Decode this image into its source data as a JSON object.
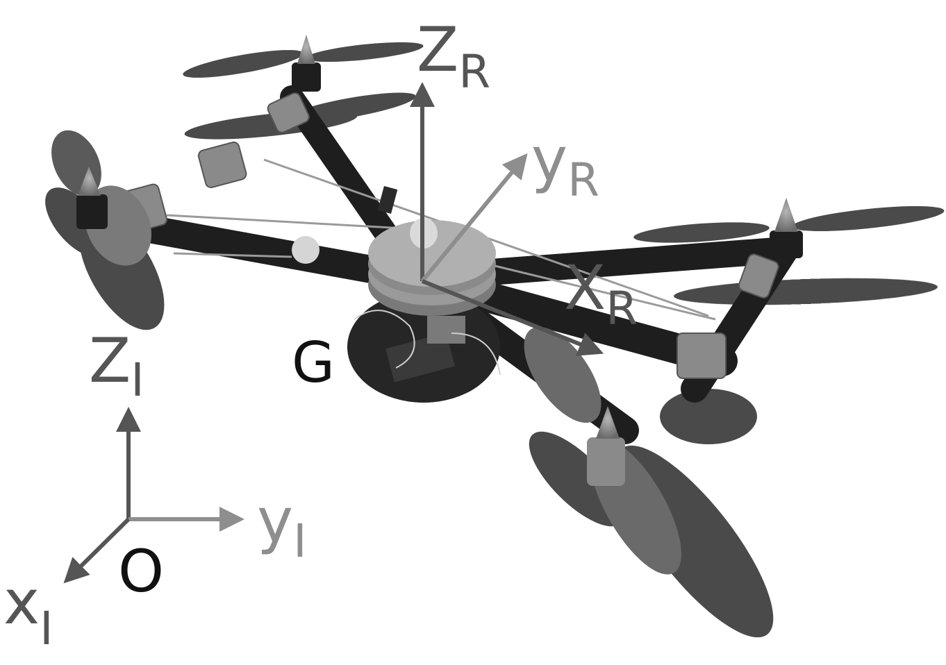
{
  "colors": {
    "background": "#ffffff",
    "axis_dark": "#555555",
    "axis_light": "#8e8e8e",
    "label_dark": "#555555",
    "label_light": "#8e8e8e",
    "label_black": "#111111",
    "drone_body": "#1e1e1e",
    "shadow": "#2a2a2a",
    "prop": "#4a4a4a",
    "hub": "#9a9a9a"
  },
  "frames": {
    "robot": {
      "z_main": "Z",
      "z_sub": "R",
      "y_main": "y",
      "y_sub": "R",
      "x_main": "X",
      "x_sub": "R"
    },
    "inertial": {
      "z_main": "Z",
      "z_sub": "I",
      "y_main": "y",
      "y_sub": "I",
      "x_main": "x",
      "x_sub": "I",
      "origin": "O"
    },
    "center_of_mass": "G"
  },
  "icons": {
    "drone": "quadrotor-photo-icon",
    "axis": "arrow-icon"
  }
}
